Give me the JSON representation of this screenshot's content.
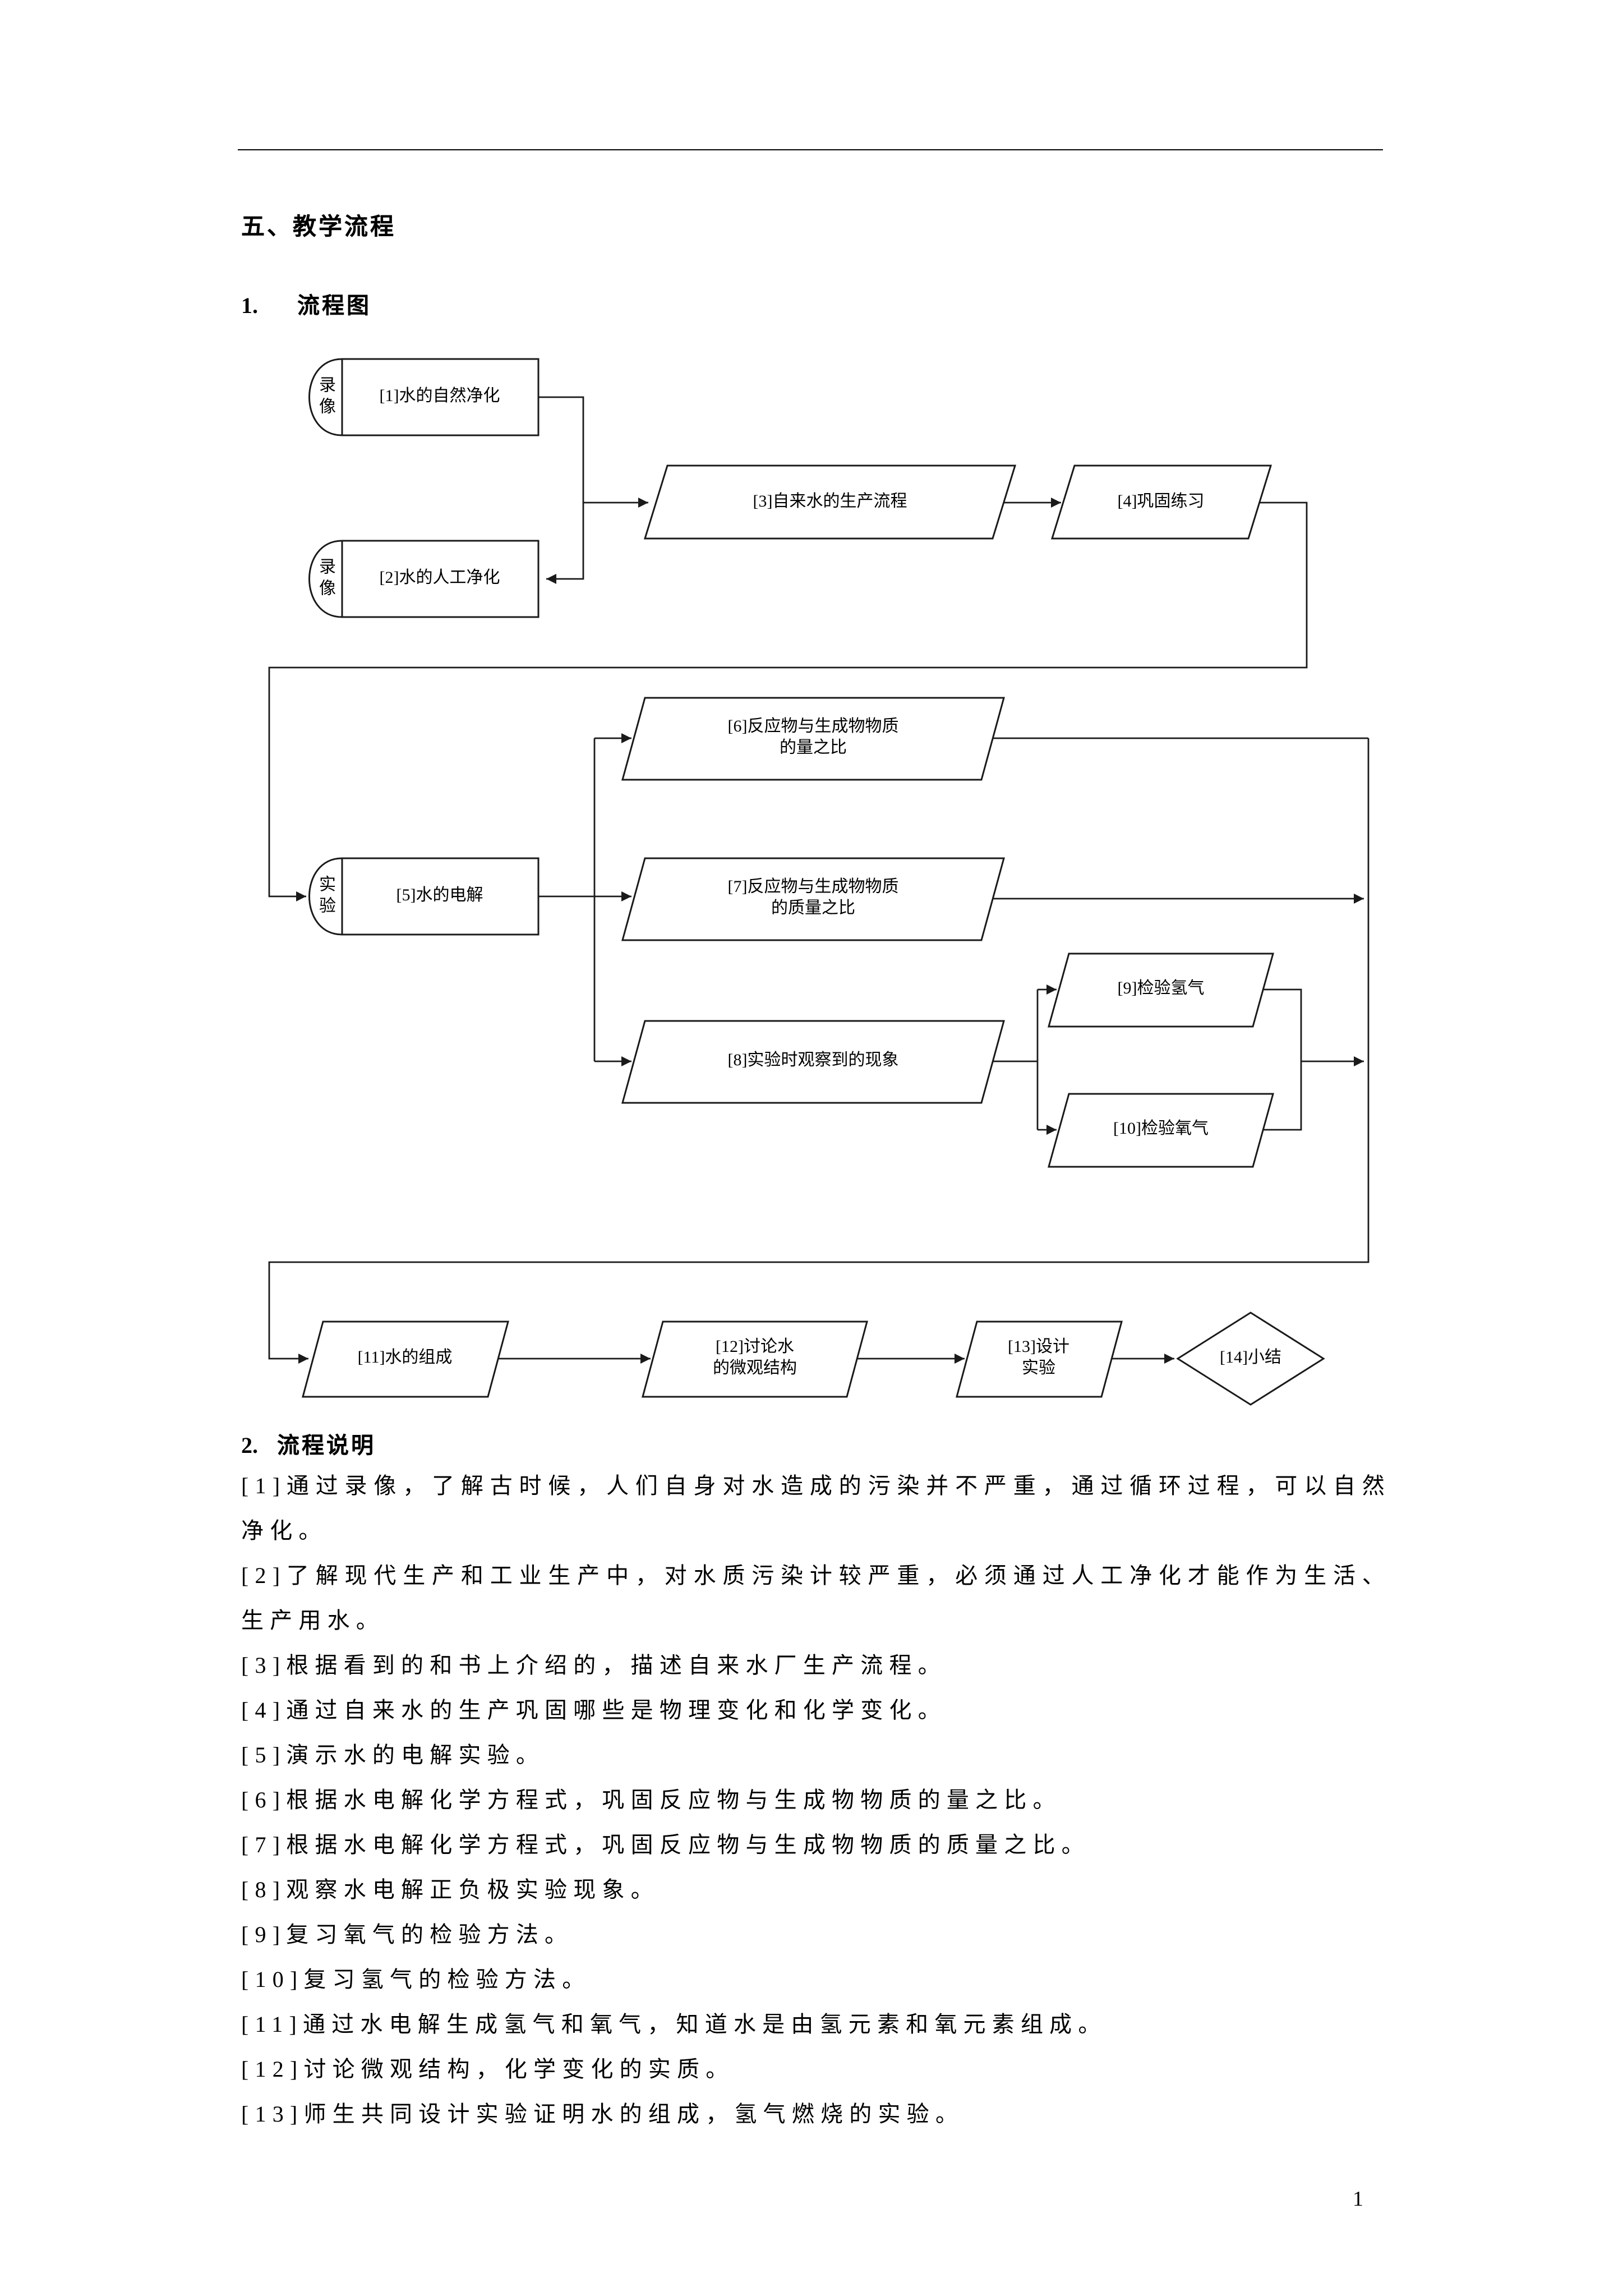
{
  "page": {
    "number": "1"
  },
  "headings": {
    "section": "五、教学流程",
    "sub1_num": "1.",
    "sub1_title": "流程图",
    "sub2_num": "2.",
    "sub2_title": "流程说明"
  },
  "flowchart": {
    "nodes": {
      "n1": {
        "tag": "录像",
        "label": "[1]水的自然净化"
      },
      "n2": {
        "tag": "录像",
        "label": "[2]水的人工净化"
      },
      "n3": {
        "label": "[3]自来水的生产流程"
      },
      "n4": {
        "label": "[4]巩固练习"
      },
      "n5": {
        "tag": "实验",
        "label": "[5]水的电解"
      },
      "n6": {
        "label": "[6]反应物与生成物物质的量之比"
      },
      "n7": {
        "label": "[7]反应物与生成物物质的质量之比"
      },
      "n8": {
        "label": "[8]实验时观察到的现象"
      },
      "n9": {
        "label": "[9]检验氢气"
      },
      "n10": {
        "label": "[10]检验氧气"
      },
      "n11": {
        "label": "[11]水的组成"
      },
      "n12": {
        "label": "[12]讨论水的微观结构"
      },
      "n13": {
        "label": "[13]设计实验"
      },
      "n14": {
        "label": "[14]小结"
      }
    },
    "line_color": "#1a1a1a"
  },
  "notes": {
    "items": [
      "[1]通过录像，了解古时候，人们自身对水造成的污染并不严重，通过循环过程，可以自然净化。",
      "[2]了解现代生产和工业生产中，对水质污染计较严重，必须通过人工净化才能作为生活、生产用水。",
      "[3]根据看到的和书上介绍的，描述自来水厂生产流程。",
      "[4]通过自来水的生产巩固哪些是物理变化和化学变化。",
      "[5]演示水的电解实验。",
      "[6]根据水电解化学方程式，巩固反应物与生成物物质的量之比。",
      "[7]根据水电解化学方程式，巩固反应物与生成物物质的质量之比。",
      "[8]观察水电解正负极实验现象。",
      "[9]复习氧气的检验方法。",
      "[10]复习氢气的检验方法。",
      "[11]通过水电解生成氢气和氧气，知道水是由氢元素和氧元素组成。",
      "[12]讨论微观结构，化学变化的实质。",
      "[13]师生共同设计实验证明水的组成，氢气燃烧的实验。"
    ]
  }
}
